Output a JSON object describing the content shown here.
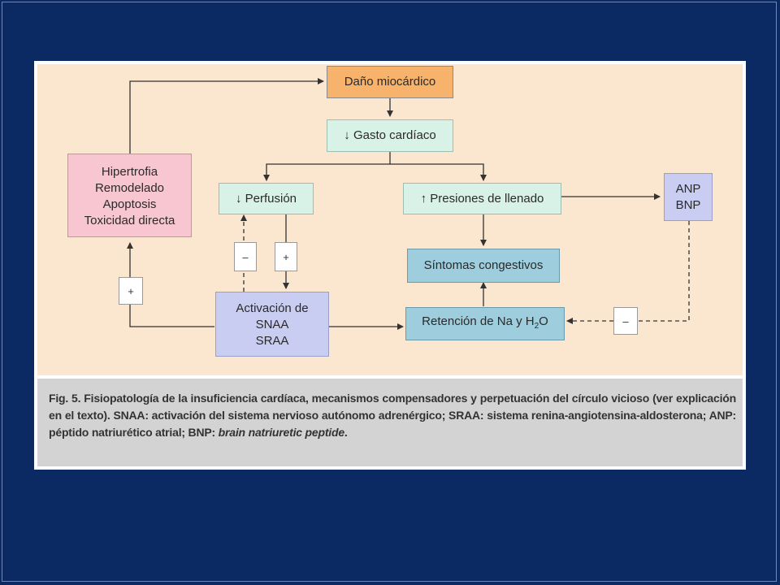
{
  "diagram": {
    "nodes": {
      "dano": "Daño miocárdico",
      "gasto": "↓ Gasto cardíaco",
      "hipertrofia": [
        "Hipertrofia",
        "Remodelado",
        "Apoptosis",
        "Toxicidad directa"
      ],
      "perfusion": "↓ Perfusión",
      "presiones": "↑ Presiones de llenado",
      "anp_bnp": [
        "ANP",
        "BNP"
      ],
      "sintomas": "Síntomas congestivos",
      "activacion": [
        "Activación de",
        "SNAA",
        "SRAA"
      ],
      "retencion_prefix": "Retención de Na y H",
      "retencion_sub": "2",
      "retencion_suffix": "O"
    },
    "signs": {
      "minus_perfusion": "–",
      "plus_perfusion": "+",
      "plus_hipertrofia": "+",
      "minus_retencion": "–"
    }
  },
  "caption": {
    "main": "Fig. 5. Fisiopatología de la insuficiencia cardíaca, mecanismos compensadores y perpetuación del círculo vicioso (ver explicación en el texto). SNAA: activación del sistema nervioso autónomo adrenérgico; SRAA: sistema renina-angiotensina-aldosterona; ANP: péptido natriurético atrial; BNP: ",
    "italic": "brain natriuretic peptide",
    "end": "."
  }
}
